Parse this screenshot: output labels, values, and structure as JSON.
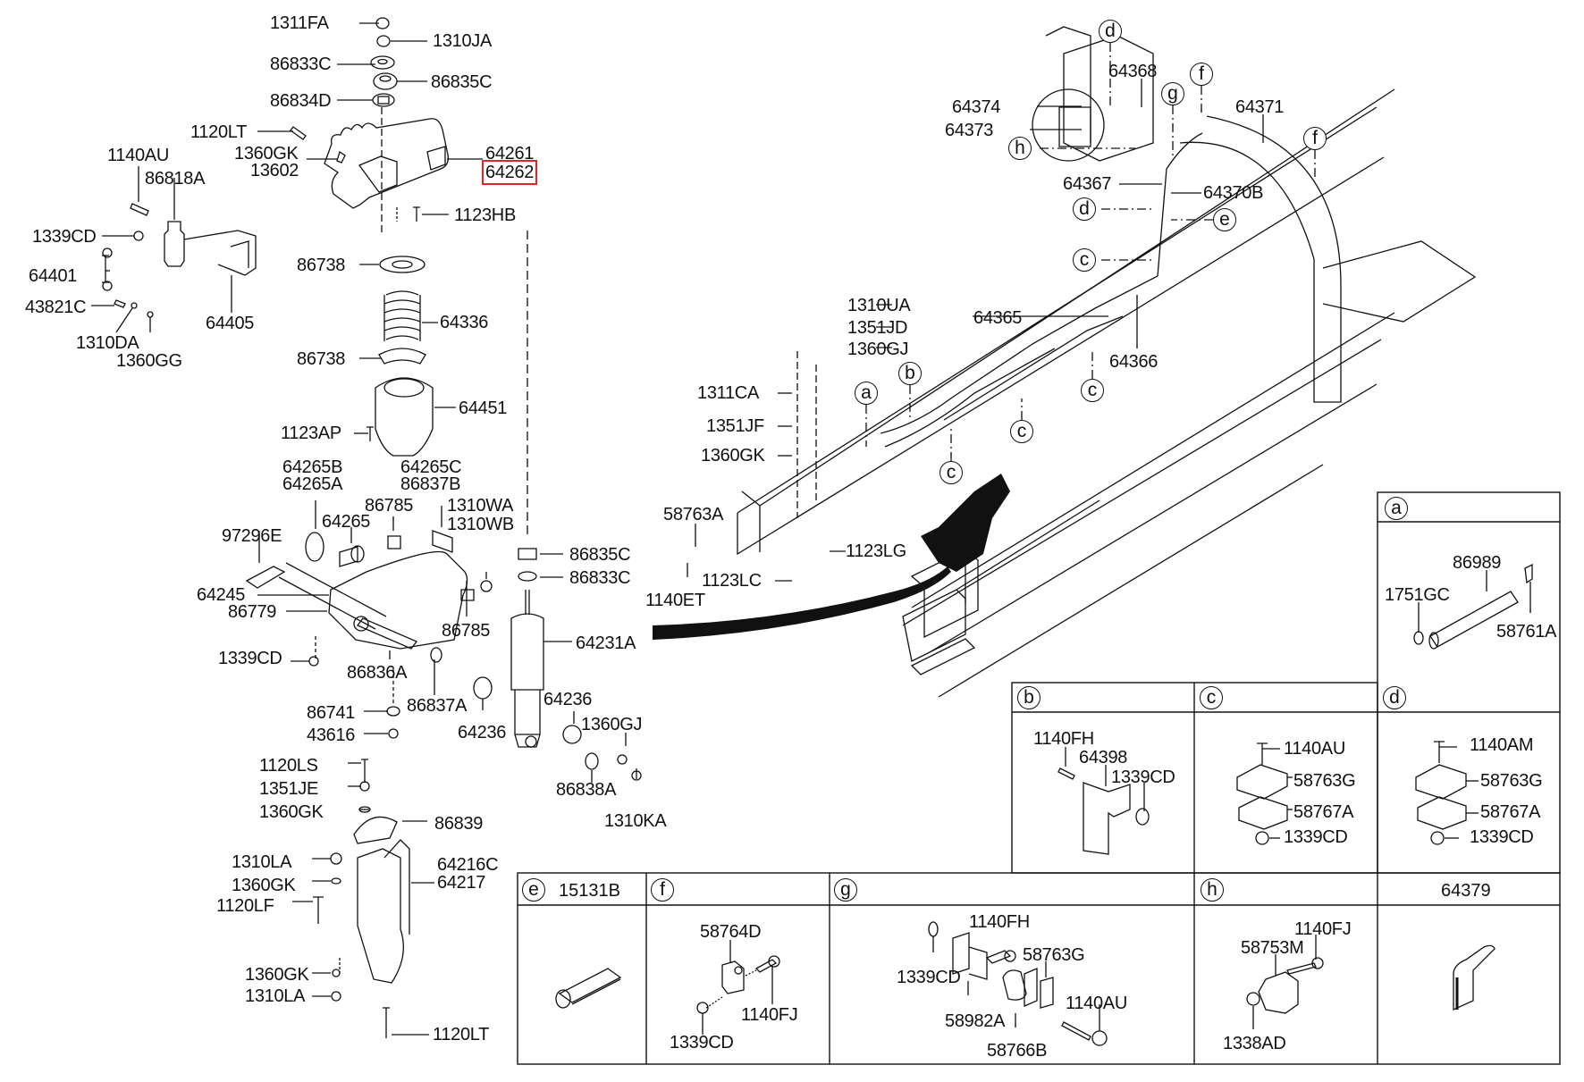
{
  "diagram": {
    "title": "Rear suspension / frame parts diagram",
    "highlight_color": "#e0242b",
    "highlighted_part": "64262",
    "main_labels": {
      "p1311FA": "1311FA",
      "p1310JA": "1310JA",
      "p86833C_top": "86833C",
      "p86835C_top": "86835C",
      "p86834D": "86834D",
      "p1120LT_top": "1120LT",
      "p1360GK_top": "1360GK",
      "p13602": "13602",
      "p64261": "64261",
      "p64262": "64262",
      "p1123HB": "1123HB",
      "p1140AU": "1140AU",
      "p86818A": "86818A",
      "p1339CD_left": "1339CD",
      "p64401": "64401",
      "p43821C": "43821C",
      "p1310DA": "1310DA",
      "p1360GG": "1360GG",
      "p64405": "64405",
      "p86738_a": "86738",
      "p64336": "64336",
      "p86738_b": "86738",
      "p64451": "64451",
      "p1123AP": "1123AP",
      "p64265B": "64265B",
      "p64265A": "64265A",
      "p64265C": "64265C",
      "p86837B": "86837B",
      "p86785_a": "86785",
      "p1310WA": "1310WA",
      "p1310WB": "1310WB",
      "p64265": "64265",
      "p97296E": "97296E",
      "p64245": "64245",
      "p86779": "86779",
      "p86785_b": "86785",
      "p86835C_mid": "86835C",
      "p86833C_mid": "86833C",
      "p64231A": "64231A",
      "p1339CD_mid": "1339CD",
      "p86836A": "86836A",
      "p86837A": "86837A",
      "p86741": "86741",
      "p43616": "43616",
      "p64236_a": "64236",
      "p64236_b": "64236",
      "p1360GJ_low": "1360GJ",
      "p86838A": "86838A",
      "p1310KA": "1310KA",
      "p1120LS": "1120LS",
      "p1351JE": "1351JE",
      "p1360GK_b": "1360GK",
      "p86839": "86839",
      "p1310LA_a": "1310LA",
      "p1360GK_c": "1360GK",
      "p1120LF": "1120LF",
      "p64216C": "64216C",
      "p64217": "64217",
      "p1360GK_d": "1360GK",
      "p1310LA_b": "1310LA",
      "p1120LT_bot": "1120LT",
      "p1310UA": "1310UA",
      "p1351JD": "1351JD",
      "p1360GJ_mid": "1360GJ",
      "p1311CA": "1311CA",
      "p1351JF": "1351JF",
      "p1360GK_mid": "1360GK",
      "p58763A": "58763A",
      "p1140ET": "1140ET",
      "p1123LC": "1123LC",
      "p1123LG": "1123LG",
      "p64374": "64374",
      "p64373": "64373",
      "p64368": "64368",
      "p64371": "64371",
      "p64367": "64367",
      "p64370B": "64370B",
      "p64365": "64365",
      "p64366": "64366"
    },
    "callouts": {
      "d1": "d",
      "f1": "f",
      "g1": "g",
      "h1": "h",
      "f2": "f",
      "d2": "d",
      "e1": "e",
      "c1": "c",
      "c2": "c",
      "c3": "c",
      "c4": "c",
      "a1": "a",
      "b1": "b"
    },
    "detail_boxes": {
      "a": {
        "letter": "a",
        "parts": [
          "86989",
          "1751GC",
          "58761A"
        ]
      },
      "b": {
        "letter": "b",
        "parts": [
          "1140FH",
          "64398",
          "1339CD"
        ]
      },
      "c": {
        "letter": "c",
        "parts": [
          "1140AU",
          "58763G",
          "58767A",
          "1339CD"
        ]
      },
      "d": {
        "letter": "d",
        "parts": [
          "1140AM",
          "58763G",
          "58767A",
          "1339CD"
        ]
      },
      "e": {
        "letter": "e",
        "part_no": "15131B"
      },
      "f": {
        "letter": "f",
        "parts": [
          "58764D",
          "1140FJ",
          "1339CD"
        ]
      },
      "g": {
        "letter": "g",
        "parts": [
          "1140FH",
          "58763G",
          "1339CD",
          "1140AU",
          "58982A",
          "58766B"
        ]
      },
      "h": {
        "letter": "h",
        "parts": [
          "1140FJ",
          "58753M",
          "1338AD"
        ]
      },
      "x": {
        "part_no": "64379"
      }
    }
  }
}
